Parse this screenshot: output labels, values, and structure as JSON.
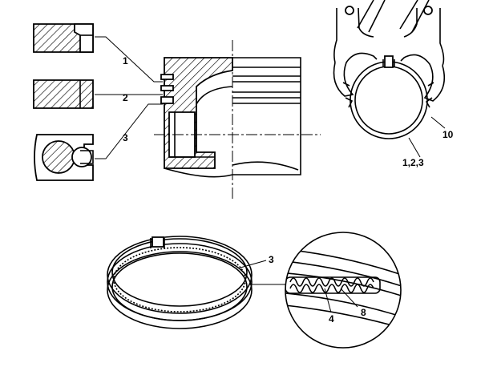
{
  "labels": {
    "ring_1": "1",
    "ring_2": "2",
    "ring_3": "3",
    "pliers_rings": "1,2,3",
    "pliers_tool": "10",
    "ring_set": "3",
    "expander_spring": "4",
    "detail_8": "8"
  },
  "colors": {
    "ink": "#000000",
    "paper": "#ffffff"
  }
}
